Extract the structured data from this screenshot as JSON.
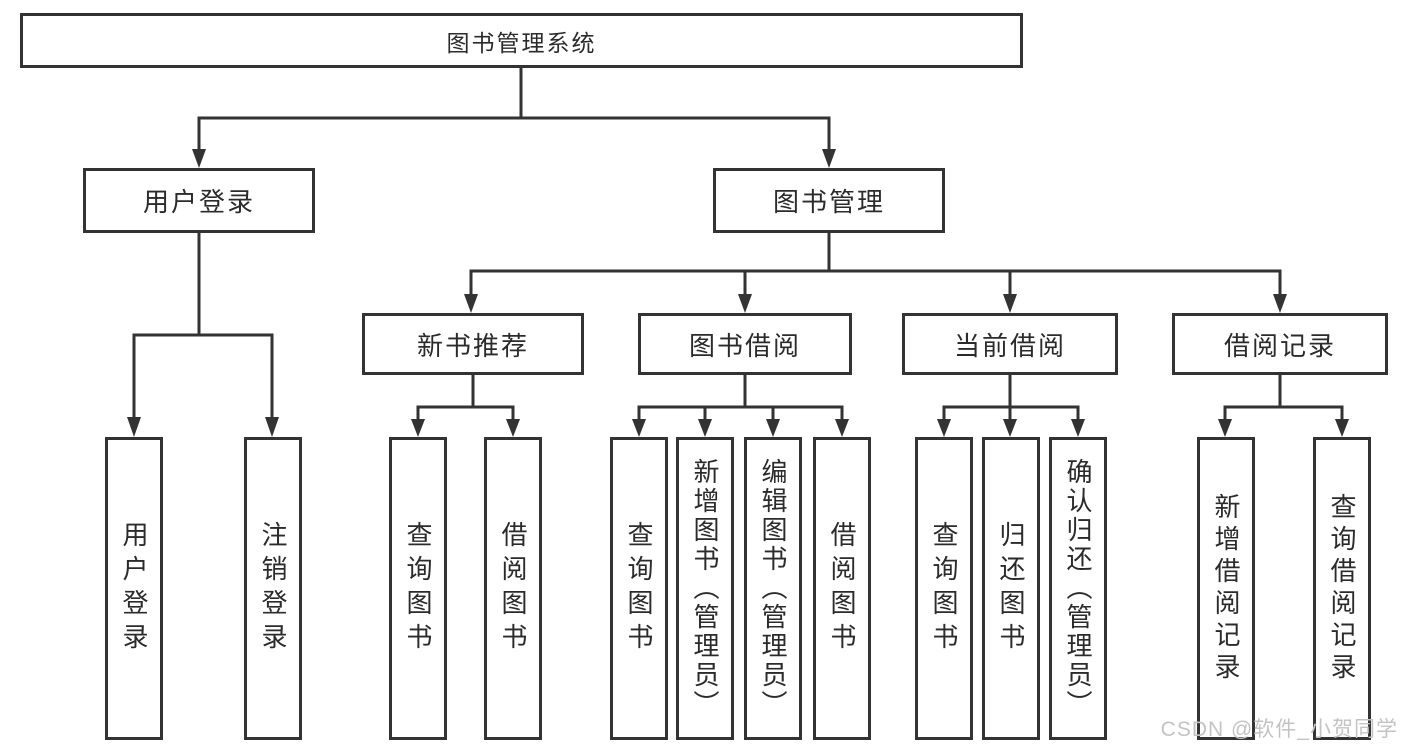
{
  "diagram": {
    "root": {
      "label": "图书管理系统"
    },
    "level2": [
      {
        "label": "用户登录"
      },
      {
        "label": "图书管理"
      }
    ],
    "level3": [
      {
        "label": "新书推荐"
      },
      {
        "label": "图书借阅"
      },
      {
        "label": "当前借阅"
      },
      {
        "label": "借阅记录"
      }
    ],
    "leaves": {
      "user_login": [
        "用户登录",
        "注销登录"
      ],
      "new_book": [
        "查询图书",
        "借阅图书"
      ],
      "borrow": [
        "查询图书",
        "新增图书（管理员）",
        "编辑图书（管理员）",
        "借阅图书"
      ],
      "current": [
        "查询图书",
        "归还图书",
        "确认归还（管理员）"
      ],
      "records": [
        "新增借阅记录",
        "查询借阅记录"
      ]
    }
  },
  "watermark": "CSDN @软件_小贺同学",
  "colors": {
    "line": "#333333",
    "text": "#2b2b2b",
    "watermark": "#c3c3c3",
    "background": "#ffffff"
  }
}
